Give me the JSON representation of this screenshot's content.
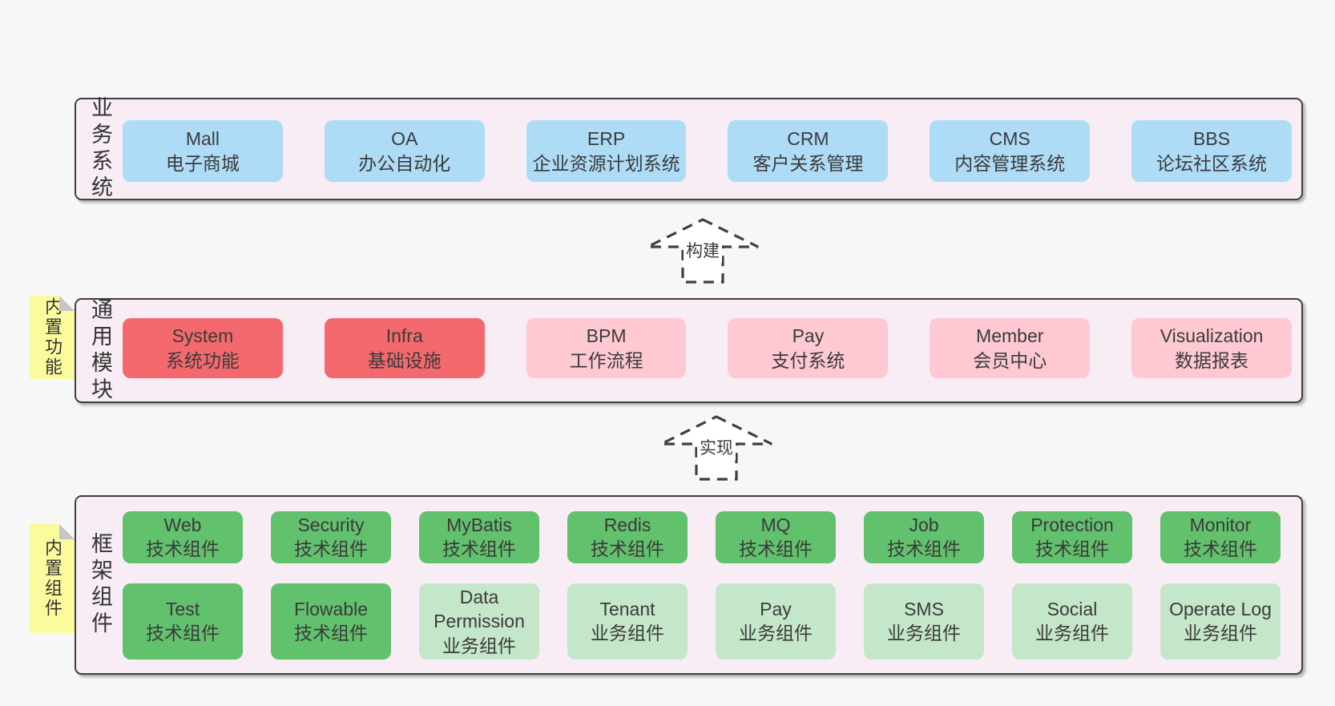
{
  "colors": {
    "blue": "#aedbf6",
    "red": "#f4696d",
    "pink": "#fec9d2",
    "green_dark": "#62c16d",
    "green_light": "#c5e7c9",
    "container_bg": "#f8ecf5",
    "sticky_yellow": "#fbfb9e",
    "border": "#3f3f3f",
    "page_bg": "#f7f7f7"
  },
  "arrows": [
    {
      "label": "构建"
    },
    {
      "label": "实现"
    }
  ],
  "layers": [
    {
      "id": "business-systems",
      "label": "业务系统",
      "boxes": [
        {
          "name": "Mall",
          "subtitle": "电子商城",
          "color": "blue"
        },
        {
          "name": "OA",
          "subtitle": "办公自动化",
          "color": "blue"
        },
        {
          "name": "ERP",
          "subtitle": "企业资源计划系统",
          "color": "blue"
        },
        {
          "name": "CRM",
          "subtitle": "客户关系管理",
          "color": "blue"
        },
        {
          "name": "CMS",
          "subtitle": "内容管理系统",
          "color": "blue"
        },
        {
          "name": "BBS",
          "subtitle": "论坛社区系统",
          "color": "blue"
        }
      ]
    },
    {
      "id": "common-modules",
      "label": "通用模块",
      "sticky": "内置功能",
      "boxes": [
        {
          "name": "System",
          "subtitle": "系统功能",
          "color": "red"
        },
        {
          "name": "Infra",
          "subtitle": "基础设施",
          "color": "red"
        },
        {
          "name": "BPM",
          "subtitle": "工作流程",
          "color": "pink"
        },
        {
          "name": "Pay",
          "subtitle": "支付系统",
          "color": "pink"
        },
        {
          "name": "Member",
          "subtitle": "会员中心",
          "color": "pink"
        },
        {
          "name": "Visualization",
          "subtitle": "数据报表",
          "color": "pink"
        }
      ]
    },
    {
      "id": "framework-components",
      "label": "框架组件",
      "sticky": "内置组件",
      "rows": [
        [
          {
            "name": "Web",
            "subtitle": "技术组件",
            "color": "green_dark"
          },
          {
            "name": "Security",
            "subtitle": "技术组件",
            "color": "green_dark"
          },
          {
            "name": "MyBatis",
            "subtitle": "技术组件",
            "color": "green_dark"
          },
          {
            "name": "Redis",
            "subtitle": "技术组件",
            "color": "green_dark"
          },
          {
            "name": "MQ",
            "subtitle": "技术组件",
            "color": "green_dark"
          },
          {
            "name": "Job",
            "subtitle": "技术组件",
            "color": "green_dark"
          },
          {
            "name": "Protection",
            "subtitle": "技术组件",
            "color": "green_dark"
          },
          {
            "name": "Monitor",
            "subtitle": "技术组件",
            "color": "green_dark"
          }
        ],
        [
          {
            "name": "Test",
            "subtitle": "技术组件",
            "color": "green_dark"
          },
          {
            "name": "Flowable",
            "subtitle": "技术组件",
            "color": "green_dark"
          },
          {
            "name": "Data Permission",
            "subtitle": "业务组件",
            "color": "green_light"
          },
          {
            "name": "Tenant",
            "subtitle": "业务组件",
            "color": "green_light"
          },
          {
            "name": "Pay",
            "subtitle": "业务组件",
            "color": "green_light"
          },
          {
            "name": "SMS",
            "subtitle": "业务组件",
            "color": "green_light"
          },
          {
            "name": "Social",
            "subtitle": "业务组件",
            "color": "green_light"
          },
          {
            "name": "Operate Log",
            "subtitle": "业务组件",
            "color": "green_light"
          }
        ]
      ]
    }
  ]
}
